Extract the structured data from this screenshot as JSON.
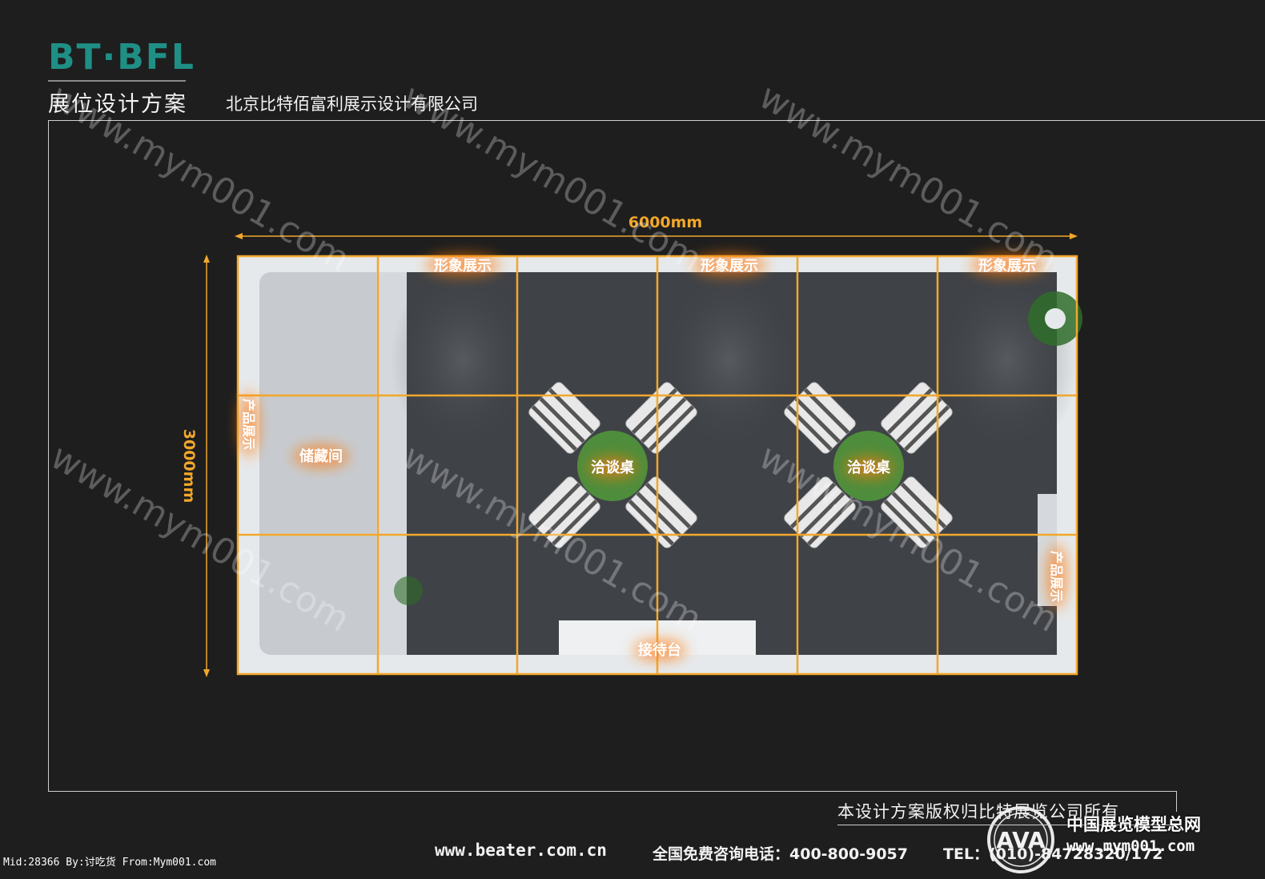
{
  "header": {
    "logo_text": "BT·BFL",
    "subtitle": "展位设计方案",
    "company": "北京比特佰富利展示设计有限公司"
  },
  "plan": {
    "width_label": "6000mm",
    "height_label": "3000mm",
    "labels": {
      "image_display_left": "形象展示",
      "image_display_center": "形象展示",
      "image_display_right": "形象展示",
      "product_display_left": "产品展示",
      "product_display_right": "产品展示",
      "storage_room": "储藏间",
      "negotiation_table_left": "洽谈桌",
      "negotiation_table_right": "洽谈桌",
      "reception_desk": "接待台"
    }
  },
  "watermark": "www.mym001.com",
  "footer": {
    "copyright": "本设计方案版权归比特展览公司所有",
    "website": "www.beater.com.cn",
    "hotline": "全国免费咨询电话：400-800-9057",
    "tel": "TEL：(010)-84728320/172",
    "meta": "Mid:28366 By:讨吃货 From:Mym001.com",
    "ava_cn": "中国展览模型总网",
    "ava_url": "www.mym001.com",
    "ava_mark": "AVA"
  },
  "colors": {
    "background": "#1e1e1e",
    "accent_orange": "#f2a72b",
    "logo_teal": "#1f8f86",
    "carpet": "#3f4247",
    "storage": "#c7cbd0",
    "table_green": "#4e8d3c"
  }
}
